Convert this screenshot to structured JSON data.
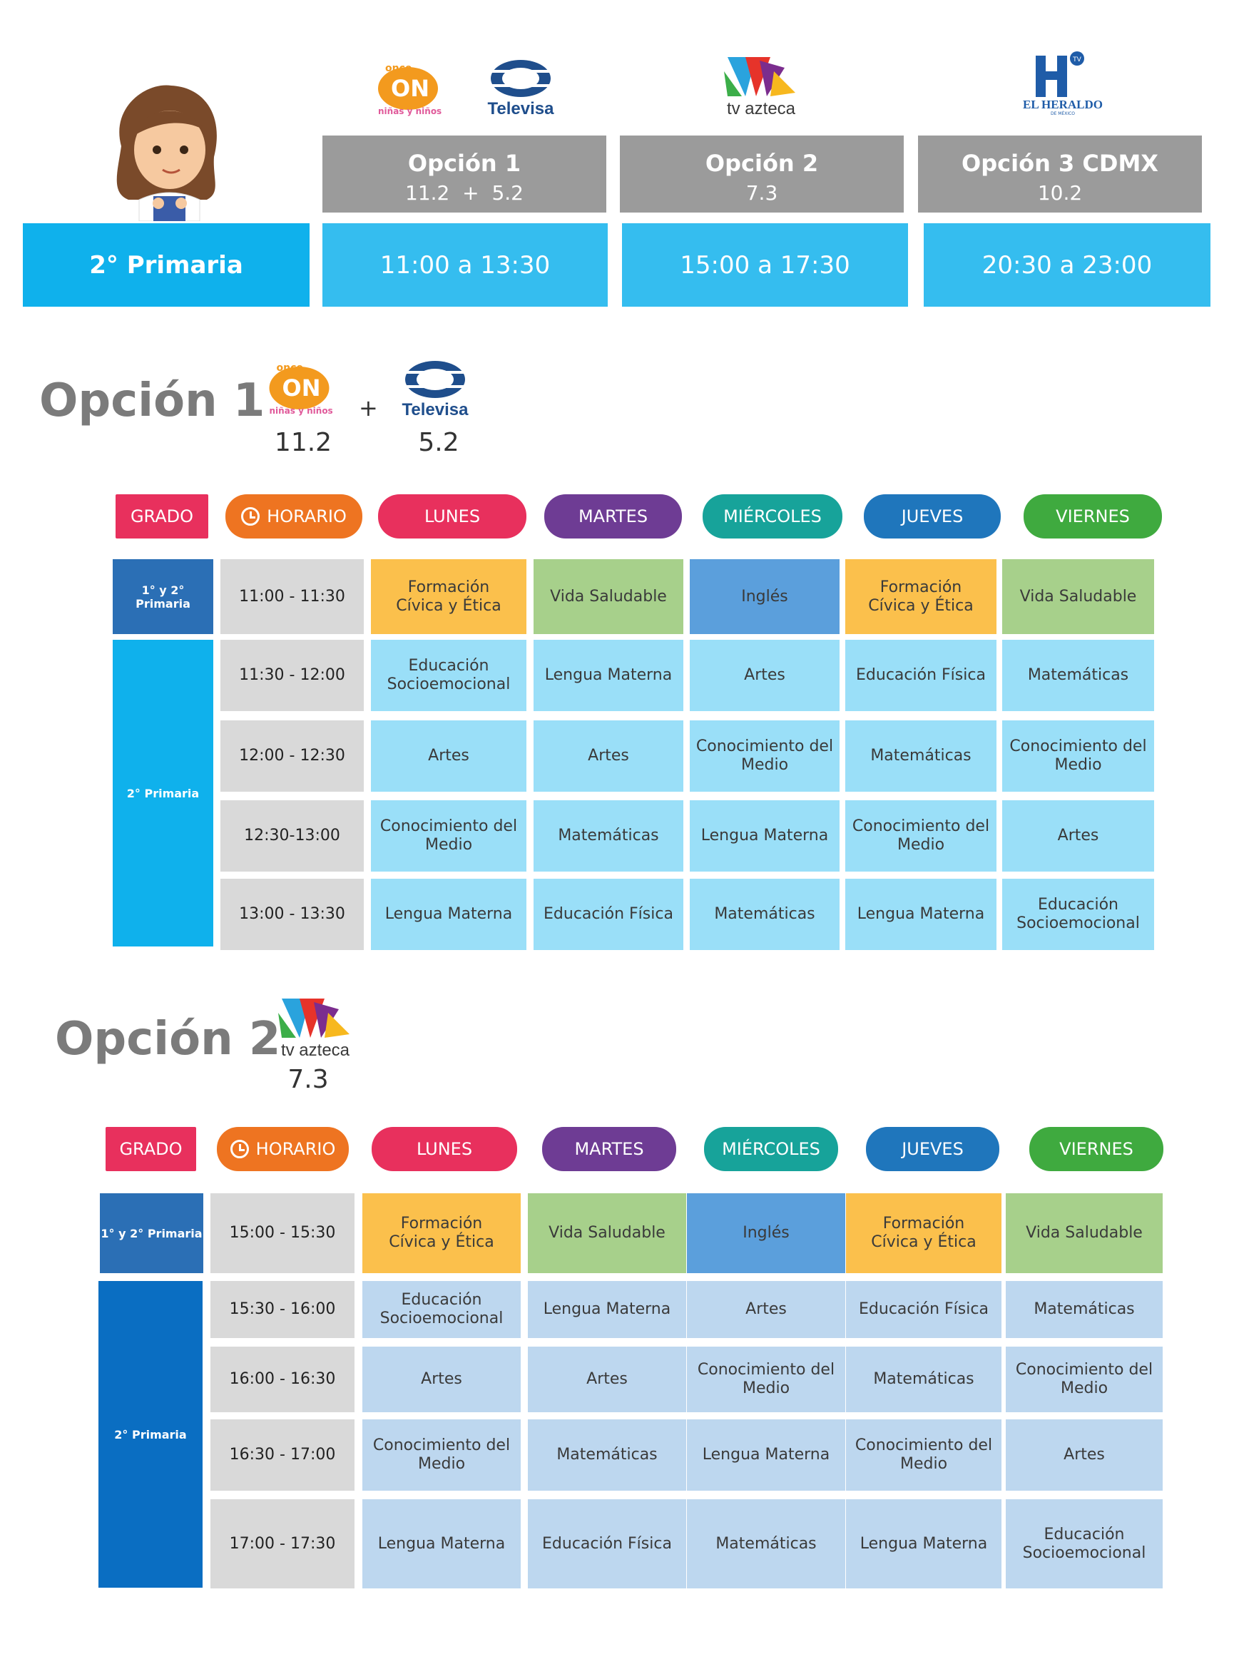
{
  "logos": {
    "once_top": "once",
    "once_main": "ON",
    "once_sub": "niñas y niños",
    "televisa": "Televisa",
    "tvazteca": "tv azteca",
    "heraldo": "EL HERALDO",
    "heraldo_sub": "DE MÉXICO",
    "heraldo_mark": "TV"
  },
  "summary": {
    "grade": "2° Primaria",
    "options": [
      {
        "title": "Opción 1",
        "channels": "11.2  +  5.2",
        "time": "11:00 a 13:30"
      },
      {
        "title": "Opción 2",
        "channels": "7.3",
        "time": "15:00 a 17:30"
      },
      {
        "title": "Opción 3 CDMX",
        "channels": "10.2",
        "time": "20:30 a 23:00"
      }
    ]
  },
  "section1": {
    "title": "Opción 1",
    "plus": "+",
    "ch_a": "11.2",
    "ch_b": "5.2"
  },
  "section2": {
    "title": "Opción 2",
    "ch": "7.3"
  },
  "headers": {
    "grado": "GRADO",
    "horario": "HORARIO",
    "days": [
      "LUNES",
      "MARTES",
      "MIÉRCOLES",
      "JUEVES",
      "VIERNES"
    ]
  },
  "grades": {
    "combined": "1° y 2° Primaria",
    "second": "2° Primaria"
  },
  "schedule1": {
    "times": [
      "11:00 - 11:30",
      "11:30 - 12:00",
      "12:00 - 12:30",
      "12:30-13:00",
      "13:00 - 13:30"
    ]
  },
  "schedule2": {
    "times": [
      "15:00 - 15:30",
      "15:30 - 16:00",
      "16:00 - 16:30",
      "16:30 - 17:00",
      "17:00 - 17:30"
    ]
  },
  "subjects": [
    [
      "Formación\nCívica y Ética",
      "Vida Saludable",
      "Inglés",
      "Formación\nCívica y Ética",
      "Vida Saludable"
    ],
    [
      "Educación\nSocioemocional",
      "Lengua Materna",
      "Artes",
      "Educación Física",
      "Matemáticas"
    ],
    [
      "Artes",
      "Artes",
      "Conocimiento del\nMedio",
      "Matemáticas",
      "Conocimiento del\nMedio"
    ],
    [
      "Conocimiento del\nMedio",
      "Matemáticas",
      "Lengua Materna",
      "Conocimiento del\nMedio",
      "Artes"
    ],
    [
      "Lengua Materna",
      "Educación Física",
      "Matemáticas",
      "Lengua Materna",
      "Educación\nSocioemocional"
    ]
  ],
  "colors": {
    "grado": "#e8305d",
    "horario": "#ee7421",
    "lunes": "#e8305d",
    "martes": "#6e3c94",
    "miercoles": "#17a39a",
    "jueves": "#1f76bc",
    "viernes": "#3faa3f",
    "formacion": "#fbc04c",
    "vida": "#a7d08b",
    "ingles": "#5b9fdc",
    "light1": "#9adff8",
    "light2": "#bdd7ef",
    "time": "#d9d9d9"
  }
}
